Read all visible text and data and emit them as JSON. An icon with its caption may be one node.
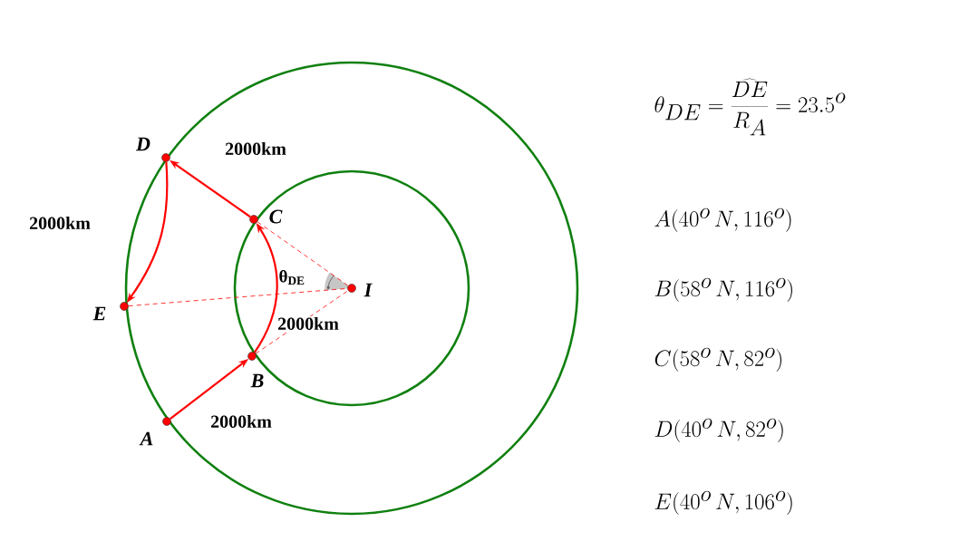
{
  "diagram": {
    "nodes": [
      {
        "text": [
          "A"
        ]
      },
      {
        "text": [
          "B"
        ]
      },
      {
        "text": [
          "C"
        ]
      },
      {
        "text": [
          "D"
        ]
      },
      {
        "text": [
          "E"
        ]
      },
      {
        "text": [
          "I"
        ]
      }
    ],
    "edges": [
      {
        "from": 0,
        "to": 1,
        "arrow": "to",
        "label": "2000km"
      },
      {
        "from": 1,
        "to": 2,
        "arrow": "to",
        "label": "2000km"
      },
      {
        "from": 2,
        "to": 3,
        "arrow": "to",
        "label": "2000km"
      },
      {
        "from": 3,
        "to": 4,
        "arrow": "to",
        "label": "2000km"
      },
      {
        "from": 4,
        "to": 5,
        "arrow": "none",
        "style": "dashed"
      },
      {
        "from": 2,
        "to": 5,
        "arrow": "none",
        "style": "dashed"
      },
      {
        "from": 1,
        "to": 5,
        "arrow": "none",
        "style": "dashed"
      }
    ],
    "labels": [
      "\\theta_{DE}=\\frac{\\widehat{DE}}{R_{A}}=23.5^{o}",
      "A(40^{o}\\,N,116^{o})",
      "B(58^{o}\\,N,116^{o})",
      "C(58^{o}\\,N,82^{o})",
      "D(40^{o}\\,N,82^{o})",
      "E(40^{o}\\,N,106^{o})",
      "θ$_{DE}$"
    ]
  }
}
